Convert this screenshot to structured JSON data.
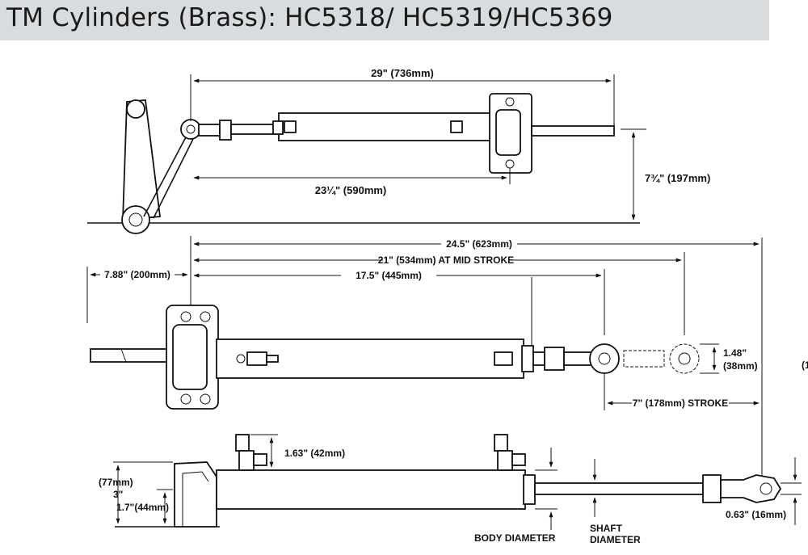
{
  "title": "TM Cylinders (Brass): HC5318/ HC5319/HC5369",
  "labels": {
    "overall_length": "29\" (736mm)",
    "cyl_length": "23¼\" (590mm)",
    "height": "7¾\" (197mm)",
    "d_245": "24.5\" (623mm)",
    "d_21": "21\" (534mm) AT MID STROKE",
    "d_175": "17.5\" (445mm)",
    "d_788": "7.88\" (200mm)",
    "d_148a": "1.48\"",
    "d_148b": "(38mm)",
    "stroke": "7\" (178mm) STROKE",
    "d_163": "1.63\" (42mm)",
    "d_77": "(77mm)",
    "d_3": "3\"",
    "d_17": "1.7\"(44mm)",
    "d_063": "0.63\" (16mm)",
    "body_diameter": "BODY DIAMETER",
    "shaft_diameter_1": "SHAFT",
    "shaft_diameter_2": "DIAMETER",
    "edge_fragment": "(1"
  }
}
